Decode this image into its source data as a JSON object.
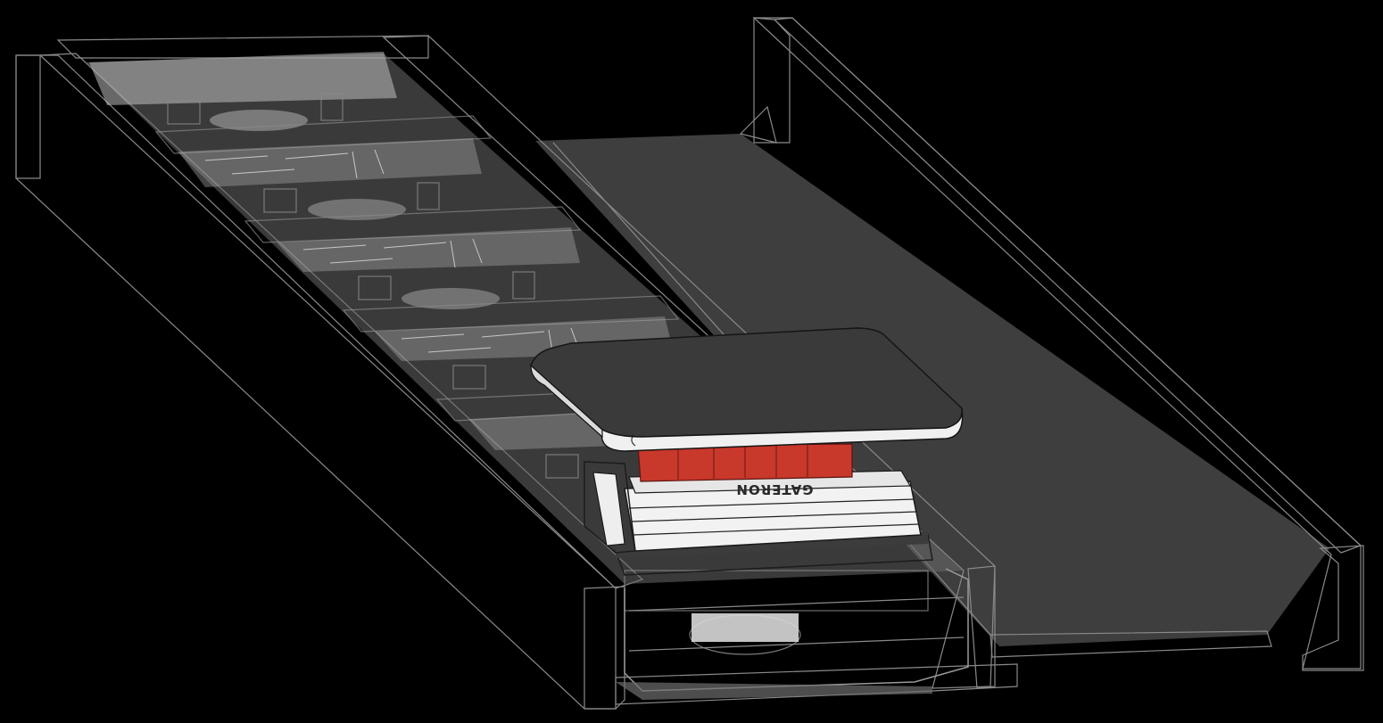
{
  "scene": {
    "keycap_text": "GATERON",
    "colors": {
      "background": "#000000",
      "rail_gray": "#4a4a4a",
      "keycap_dark": "#3a3a3a",
      "stem_red": "#c8382b",
      "switch_white": "#f2f2f2"
    },
    "icons": [
      "keycap",
      "switch",
      "rail-profile"
    ]
  }
}
